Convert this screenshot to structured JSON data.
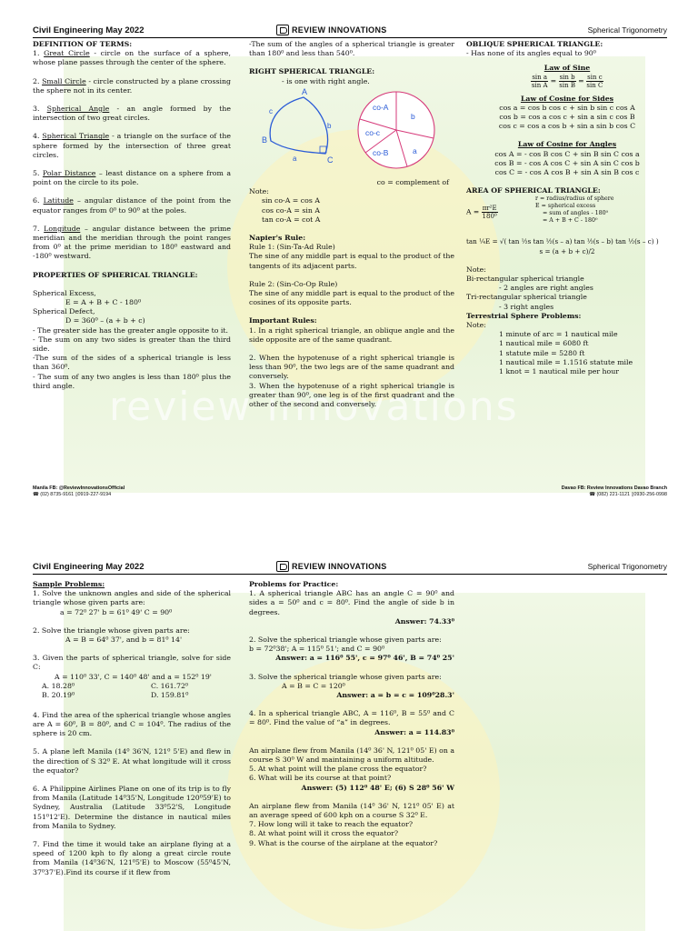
{
  "page1": {
    "header": {
      "left": "Civil Engineering May 2022",
      "center": "REVIEW INNOVATIONS",
      "right": "Spherical Trigonometry"
    },
    "col1": {
      "defs_title": "DEFINITION OF TERMS:",
      "d1_term": "Great Circle",
      "d1_pre": "1. ",
      "d1_text": " - circle on the surface of a sphere, whose plane passes through the center of the sphere.",
      "d2_term": "Small Circle",
      "d2_pre": "2. ",
      "d2_text": " - circle constructed by a plane crossing the sphere not in its center.",
      "d3_term": "Spherical Angle",
      "d3_pre": "3. ",
      "d3_text": " - an angle formed by the intersection of two great circles.",
      "d4_term": "Spherical Triangle",
      "d4_pre": "4. ",
      "d4_text": " - a triangle on the surface of the sphere formed by the intersection of three great circles.",
      "d5_term": "Polar Distance",
      "d5_pre": "5. ",
      "d5_text": " – least distance on a sphere from a point on the circle to its pole.",
      "d6_term": "Latitude",
      "d6_pre": "6. ",
      "d6_text": " – angular distance of the point from the equator ranges from 0⁰ to 90⁰ at the poles.",
      "d7_term": "Longitude",
      "d7_pre": "7. ",
      "d7_text": " – angular distance between the prime meridian and the meridian through the point ranges from 0⁰ at the prime meridian to 180⁰ eastward and -180⁰ westward.",
      "props_title": "PROPERTIES OF SPHERICAL TRIANGLE:",
      "excess_label": "Spherical Excess,",
      "excess_formula": "E = A + B + C - 180⁰",
      "defect_label": "Spherical Defect,",
      "defect_formula": "D = 360⁰ – (a + b + c)",
      "p1": "- The greater side has the greater angle opposite to it.",
      "p2": "- The sum on any two sides is greater than the third side.",
      "p3": "-The sum of the sides of a spherical triangle is less than 360⁰.",
      "p4": "- The sum of any two angles is less than 180⁰ plus the third angle."
    },
    "col2": {
      "top": "-The sum of the angles of a spherical triangle is greater than 180⁰ and less than 540⁰.",
      "rst_title": "RIGHT SPHERICAL TRIANGLE:",
      "rst_def": "- is one with right angle.",
      "tri_A": "A",
      "tri_B": "B",
      "tri_C": "C",
      "tri_a": "a",
      "tri_b": "b",
      "tri_c": "c",
      "pie_coA": "co-A",
      "pie_b": "b",
      "pie_coc": "co-c",
      "pie_coB": "co-B",
      "pie_a": "a",
      "co_note": "co = complement of",
      "note": "Note:",
      "n1": "sin co-A = cos A",
      "n2": "cos co-A = sin A",
      "n3": "tan co-A = cot A",
      "napier": "Napier's Rule:",
      "rule1": "Rule 1: (Sin-Ta-Ad Rule)",
      "rule1_text": "The sine of any middle part is equal to the product of the tangents of its adjacent parts.",
      "rule2": "Rule 2: (Sin-Co-Op Rule)",
      "rule2_text": "The sine of any middle part is equal to the product of the cosines of its opposite parts.",
      "important": "Important Rules:",
      "ir1": "1. In a right spherical triangle, an oblique angle and the side opposite are of the same quadrant.",
      "ir2": "2. When the hypotenuse of a right spherical triangle is less than 90⁰, the two legs are of the same quadrant and conversely.",
      "ir3": "3. When the hypotenuse of a right spherical triangle is greater than 90⁰, one leg is of the first quadrant and the other of the second and conversely."
    },
    "col3": {
      "ost_title": "OBLIQUE SPHERICAL TRIANGLE:",
      "ost_def": "- Has none of its angles equal to 90⁰",
      "los_title": "Law of Sine",
      "los_1n": "sin a",
      "los_1d": "sin A",
      "los_2n": "sin b",
      "los_2d": "sin B",
      "los_3n": "sin c",
      "los_3d": "sin C",
      "lcs_title": "Law of Cosine for Sides",
      "lcs1": "cos a = cos b cos c + sin b sin c cos A",
      "lcs2": "cos b = cos a cos c + sin a sin c cos B",
      "lcs3": "cos c = cos a cos b + sin a sin b cos C",
      "lca_title": "Law of Cosine for Angles",
      "lca1": "cos A = - cos B cos C + sin B sin C cos a",
      "lca2": "cos B = - cos A cos C + sin A sin C cos b",
      "lca3": "cos C = - cos A cos B + sin A sin B cos c",
      "area_title": "AREA OF SPHERICAL TRIANGLE:",
      "area_lhs": "A =",
      "area_num": "πr²E",
      "area_den": "180⁰",
      "area_r": "r = radius/radius of sphere",
      "area_E": "E = spherical excess",
      "area_E2": "= sum of angles - 180⁰",
      "area_E3": "= A + B + C - 180⁰",
      "lhuilier": "tan ¼E = √( tan ½s tan ½(s – a) tan ½(s – b) tan ½(s – c) )",
      "s_def": "s = (a + b + c)/2",
      "note": "Note:",
      "birect": "Bi-rectangular spherical triangle",
      "birect2": "- 2 angles are right angles",
      "trirect": "Tri-rectangular spherical triangle",
      "trirect2": "- 3 right angles",
      "terr": "Terrestrial Sphere Problems:",
      "terr_note": "Note:",
      "t1": "1 minute of arc = 1 nautical mile",
      "t2": "1 nautical mile = 6080 ft",
      "t3": "1 statute mile = 5280 ft",
      "t4": "1 nautical mile = 1.1516 statute mile",
      "t5": "1 knot = 1 nautical mile per hour"
    },
    "footer": {
      "left1": "Manila FB: @ReviewInnovationsOfficial",
      "left2": "☎ (02) 8735-9161  ▯0919-227-9194",
      "right1": "Davao FB: Review Innovations Davao Branch",
      "right2": "☎ (082) 221-1121  ▯0930-256-0998"
    },
    "watermark": "review innovations"
  },
  "page2": {
    "header": {
      "left": "Civil Engineering May 2022",
      "center": "REVIEW INNOVATIONS",
      "right": "Spherical Trigonometry"
    },
    "col1": {
      "title": "Sample Problems:",
      "q1": "1. Solve the unknown angles and side of the spherical triangle whose given parts are:",
      "q1_given": "a = 72⁰ 27'        b = 61⁰ 49'        C = 90⁰",
      "q2": "2. Solve the triangle whose given parts are:",
      "q2_given": "A = B = 64⁰ 37', and b = 81⁰ 14'",
      "q3": "3. Given the parts of spherical triangle, solve for side C:",
      "q3_given": "A = 110⁰ 33', C = 140⁰ 48' and a = 152⁰ 19'",
      "q3_A": "A.  18.28⁰",
      "q3_C": "C. 161.72⁰",
      "q3_B": "B.  20.19⁰",
      "q3_D": "D. 159.81⁰",
      "q4": "4. Find the area of the spherical triangle whose angles are A = 60⁰, B = 80⁰, and C = 104⁰. The radius of the sphere is 20 cm.",
      "q5": "5. A plane left Manila (14⁰ 36'N, 121⁰ 5'E) and flew in the direction of S 32⁰ E. At what longitude will it cross the equator?",
      "q6": "6. A Philippine Airlines Plane on one of its trip is to fly from Manila (Latitude 14⁰35'N, Longitude 120⁰59'E) to Sydney, Australia (Latitude 33⁰52'S, Longitude 151⁰12'E). Determine the distance in nautical miles from Manila to Sydney.",
      "q7": "7. Find the time it would take an airplane flying at a speed of 1200 kph to fly along a great circle route from Manila (14⁰36'N, 121⁰5'E) to Moscow (55⁰45'N, 37⁰37'E).Find its course if it flew from"
    },
    "col2": {
      "title": "Problems for Practice:",
      "pp1": "1. A spherical triangle ABC has an angle C = 90⁰ and sides a = 50⁰ and c = 80⁰. Find the angle of side b in degrees.",
      "pp1_ans": "Answer: 74.33⁰",
      "pp2": "2. Solve the spherical triangle whose given parts are:",
      "pp2_given": "b = 72⁰38';     A = 115⁰ 51';     and C = 90⁰",
      "pp2_ans": "Answer: a = 116⁰ 55', c = 97⁰ 46', B = 74⁰ 25'",
      "pp3": "3. Solve the spherical triangle whose given parts are:",
      "pp3_given": "A = B = C = 120⁰",
      "pp3_ans": "Answer: a = b = c = 109⁰28.3'",
      "pp4": "4. In a spherical triangle ABC, A = 116⁰, B = 55⁰ and C = 80⁰. Find the value of “a” in degrees.",
      "pp4_ans": "Answer: a = 114.83⁰",
      "pp5_intro": "An airplane flew from Manila (14⁰ 36' N, 121⁰ 05' E) on a course S 30⁰ W and maintaining a uniform altitude.",
      "pp5": "5. At what point will the plane cross the equator?",
      "pp6": "6. What will be its course at that point?",
      "pp56_ans": "Answer: (5) 112⁰ 48' E;    (6) S 28⁰ 56' W",
      "pp7_intro": "An airplane flew from Manila (14⁰ 36' N, 121⁰ 05' E) at an average speed of 600 kph on a course S 32⁰ E.",
      "pp7": "7. How long will it take to reach the equator?",
      "pp8": "8. At what point will it cross the equator?",
      "pp9": "9. What is the course of the airplane at the equator?"
    }
  }
}
